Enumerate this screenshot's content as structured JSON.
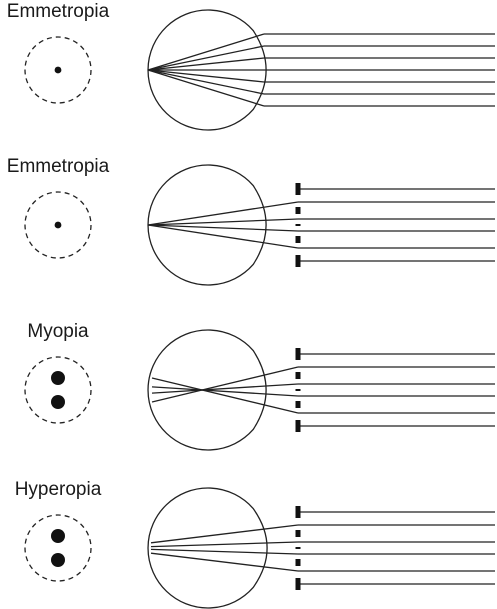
{
  "panels": [
    {
      "label": "Emmetropia",
      "condition": "emmetropia",
      "pinhole": false,
      "image_blur": "point"
    },
    {
      "label": "Emmetropia",
      "condition": "emmetropia",
      "pinhole": true,
      "image_blur": "point"
    },
    {
      "label": "Myopia",
      "condition": "myopia",
      "pinhole": true,
      "image_blur": "double"
    },
    {
      "label": "Hyperopia",
      "condition": "hyperopia",
      "pinhole": true,
      "image_blur": "double"
    }
  ],
  "colors": {
    "ink": "#222222",
    "background": "#ffffff"
  },
  "icons": {
    "blur_circle": "dashed-circle",
    "image_point": "filled-dot",
    "aperture": "pinhole-screen"
  }
}
